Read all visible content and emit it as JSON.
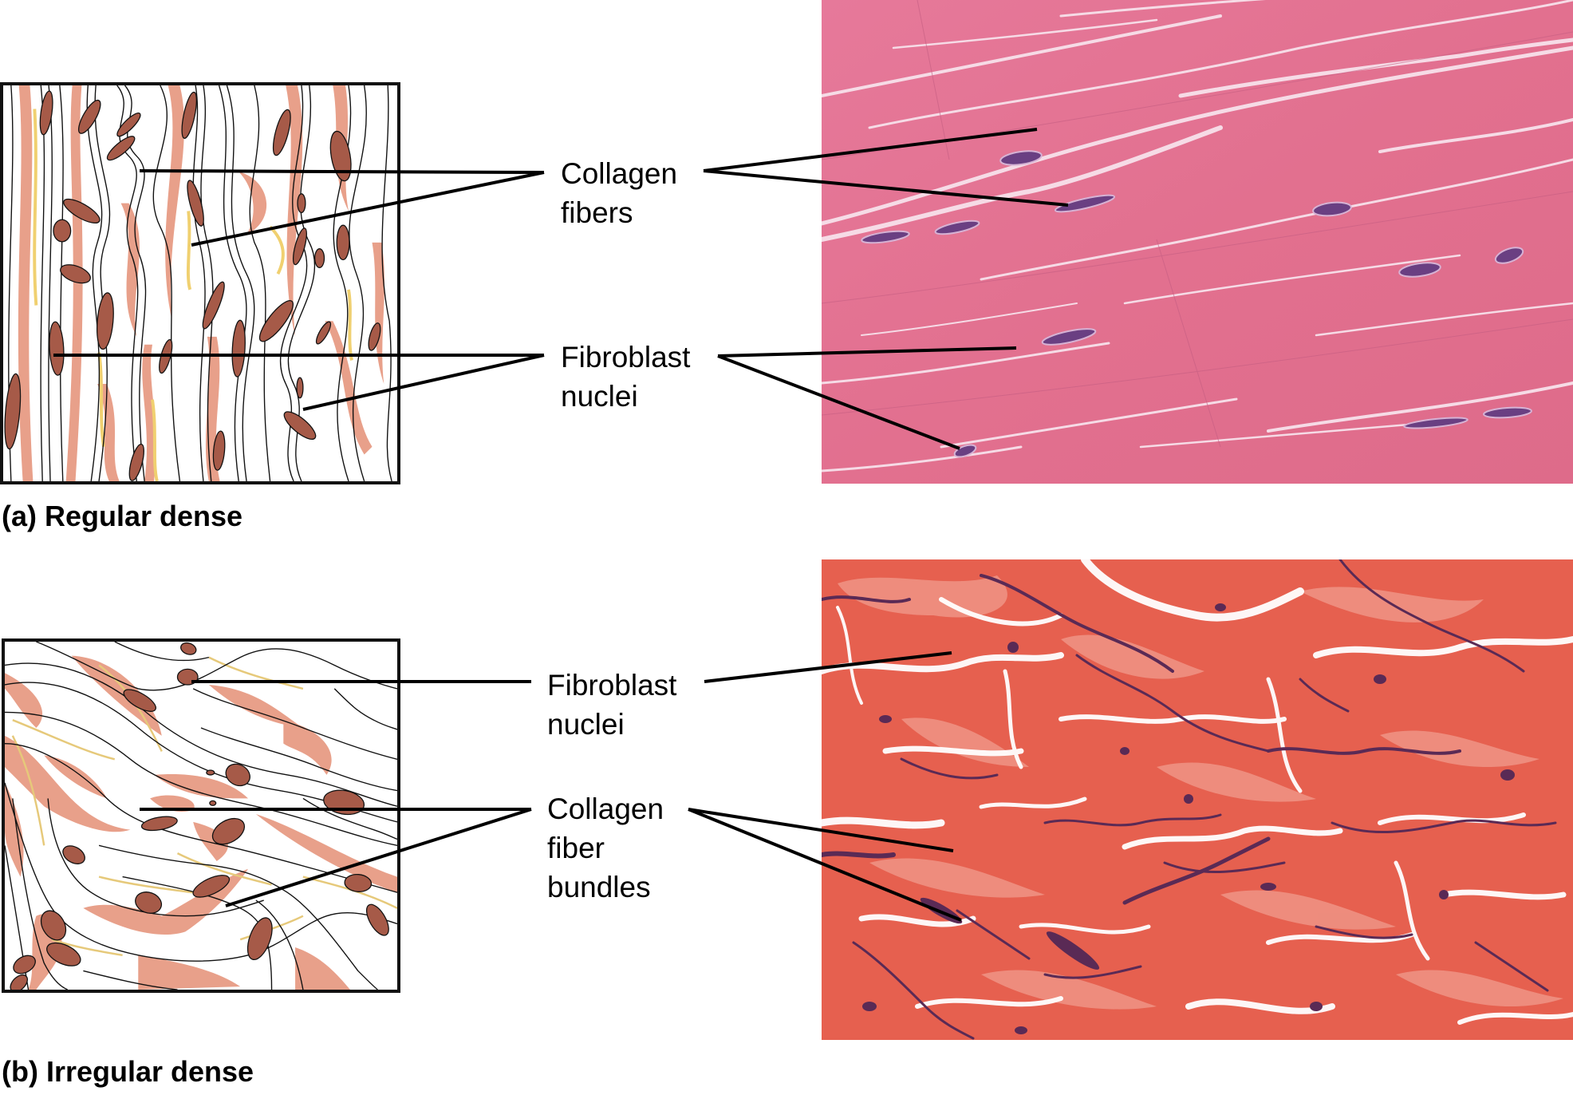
{
  "colors": {
    "regular_photo": "#e2708f",
    "irregular_photo": "#e6604f",
    "drawing_collagen": "#e8a08a",
    "drawing_nucleus": "#a65a48",
    "drawing_elastic": "#f0d070",
    "photo_nucleus": "#6a3f82",
    "photo_strand": "#5a2a55",
    "leader_line": "#000000"
  },
  "panel_a": {
    "caption": "(a) Regular dense",
    "labels": [
      {
        "id": "collagen",
        "lines": [
          "Collagen",
          "fibers"
        ]
      },
      {
        "id": "fibroblast",
        "lines": [
          "Fibroblast",
          "nuclei"
        ]
      }
    ]
  },
  "panel_b": {
    "caption": "(b) Irregular dense",
    "labels": [
      {
        "id": "fibroblast",
        "lines": [
          "Fibroblast",
          "nuclei"
        ]
      },
      {
        "id": "collagen",
        "lines": [
          "Collagen",
          "fiber",
          "bundles"
        ]
      }
    ]
  }
}
